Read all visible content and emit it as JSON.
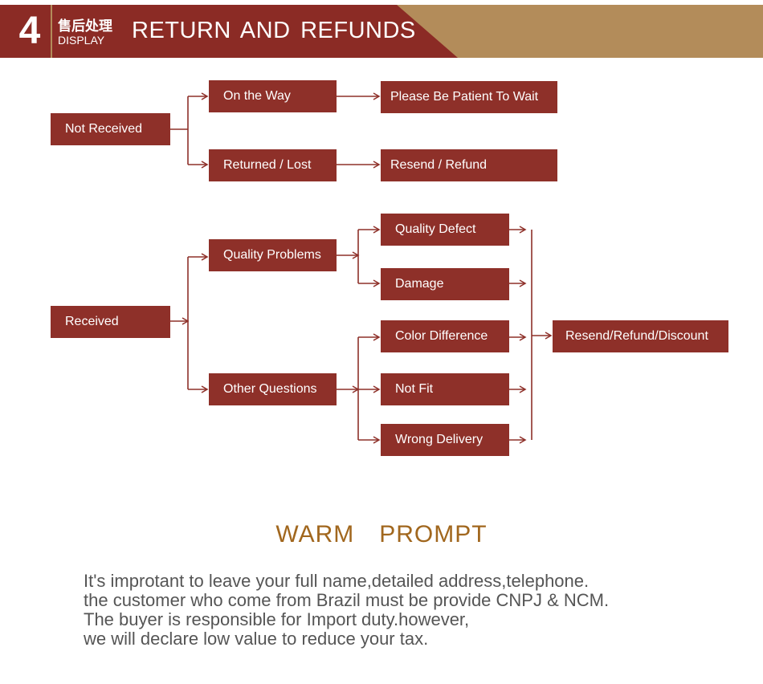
{
  "header": {
    "number": "4",
    "cn_title": "售后处理",
    "en_subtitle": "DISPLAY",
    "title": "RETURN AND REFUNDS"
  },
  "colors": {
    "box": "#8e3029",
    "banner_red": "#8b2b25",
    "banner_gold": "#b38c5a",
    "warm_title": "#a1671e",
    "body_text": "#555555"
  },
  "flow": {
    "not_received": {
      "root": "Not Received",
      "branches": [
        "On the Way",
        "Returned / Lost"
      ],
      "results": [
        "Please Be Patient To Wait",
        "Resend / Refund"
      ]
    },
    "received": {
      "root": "Received",
      "branches": [
        "Quality Problems",
        "Other Questions"
      ],
      "quality_items": [
        "Quality Defect",
        "Damage"
      ],
      "other_items": [
        "Color Difference",
        "Not Fit",
        "Wrong Delivery"
      ],
      "result": "Resend/Refund/Discount"
    }
  },
  "warm_prompt": {
    "title": "WARM　PROMPT",
    "lines": [
      "It's improtant to leave your full name,detailed address,telephone.",
      "the customer who come from Brazil must be provide CNPJ & NCM.",
      "The buyer is responsible for Import duty.however,",
      "we will declare low value to reduce your tax."
    ]
  }
}
